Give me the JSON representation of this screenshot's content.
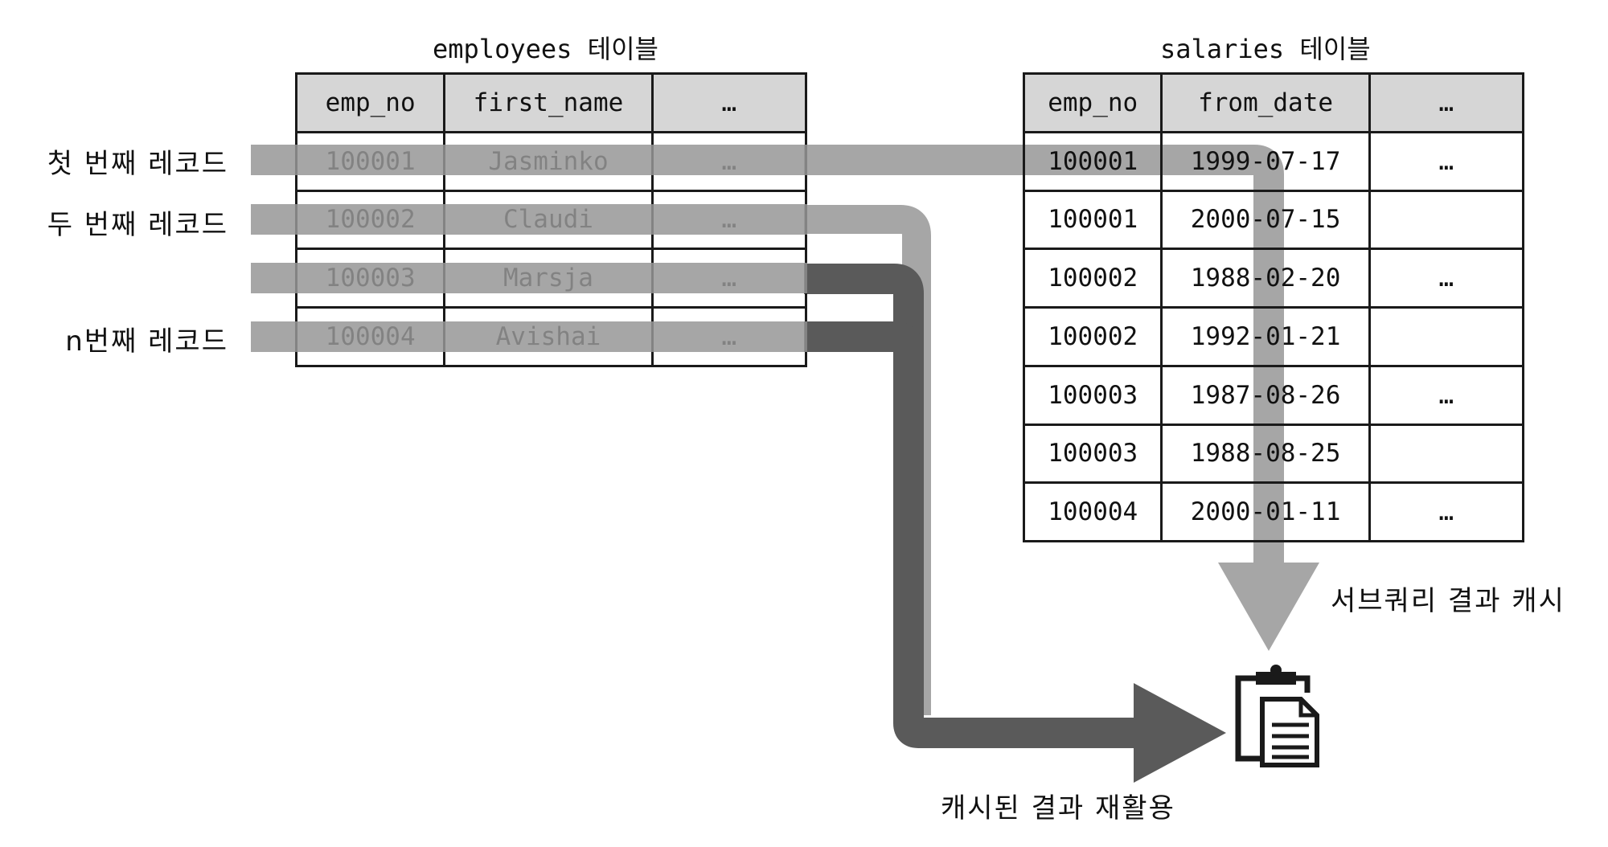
{
  "employees": {
    "caption": "employees 테이블",
    "headers": [
      "emp_no",
      "first_name",
      "…"
    ],
    "rows": [
      [
        "100001",
        "Jasminko",
        "…"
      ],
      [
        "100002",
        "Claudi",
        "…"
      ],
      [
        "100003",
        "Marsja",
        "…"
      ],
      [
        "100004",
        "Avishai",
        "…"
      ]
    ]
  },
  "salaries": {
    "caption": "salaries 테이블",
    "headers": [
      "emp_no",
      "from_date",
      "…"
    ],
    "rows": [
      [
        "100001",
        "1999-07-17",
        "…"
      ],
      [
        "100001",
        "2000-07-15",
        ""
      ],
      [
        "100002",
        "1988-02-20",
        "…"
      ],
      [
        "100002",
        "1992-01-21",
        ""
      ],
      [
        "100003",
        "1987-08-26",
        "…"
      ],
      [
        "100003",
        "1988-08-25",
        ""
      ],
      [
        "100004",
        "2000-01-11",
        "…"
      ]
    ]
  },
  "row_labels": {
    "first": "첫 번째 레코드",
    "second": "두 번째 레코드",
    "nth": "n번째 레코드"
  },
  "notes": {
    "subquery_cache": "서브쿼리 결과 캐시",
    "reuse_cached": "캐시된 결과 재활용"
  },
  "icons": {
    "cache": "clipboard-document-icon"
  },
  "colors": {
    "light_flow": "#a6a6a6",
    "dark_flow": "#5a5a5a",
    "header_fill": "#d6d6d6"
  }
}
